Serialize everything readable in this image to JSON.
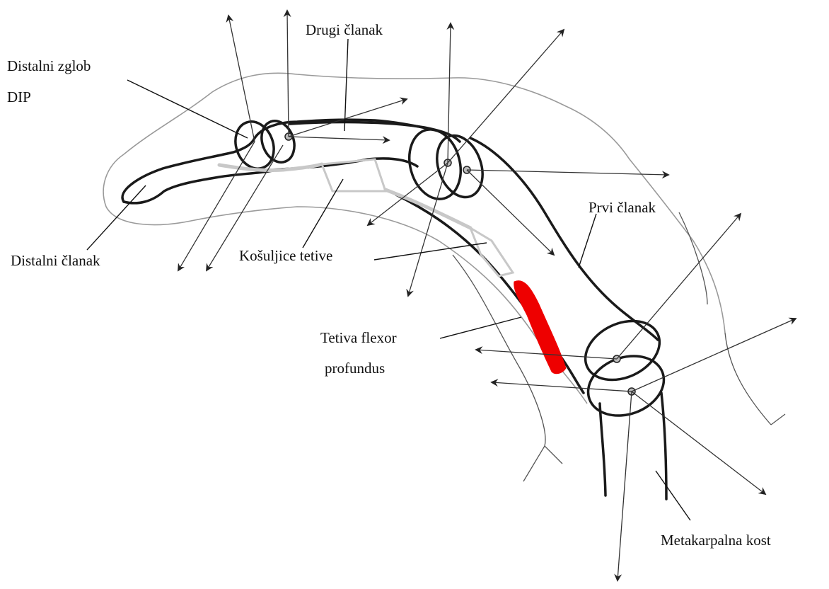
{
  "labels": {
    "drugi_clanak": "Drugi članak",
    "distalni_zglob_line1": "Distalni zglob",
    "distalni_zglob_line2": "DIP",
    "prvi_clanak": "Prvi članak",
    "distalni_clanak": "Distalni članak",
    "kosuljice_tetive": "Košuljice tetive",
    "tetiva_line1": "Tetiva flexor",
    "tetiva_line2": "profundus",
    "metakarpalna_kost": "Metakarpalna kost"
  },
  "colors": {
    "outline": "#1a1a1a",
    "skin": "#9a9a9a",
    "sheath": "#c8c8c8",
    "tendon": "#ee0000",
    "arrow": "#333333"
  }
}
